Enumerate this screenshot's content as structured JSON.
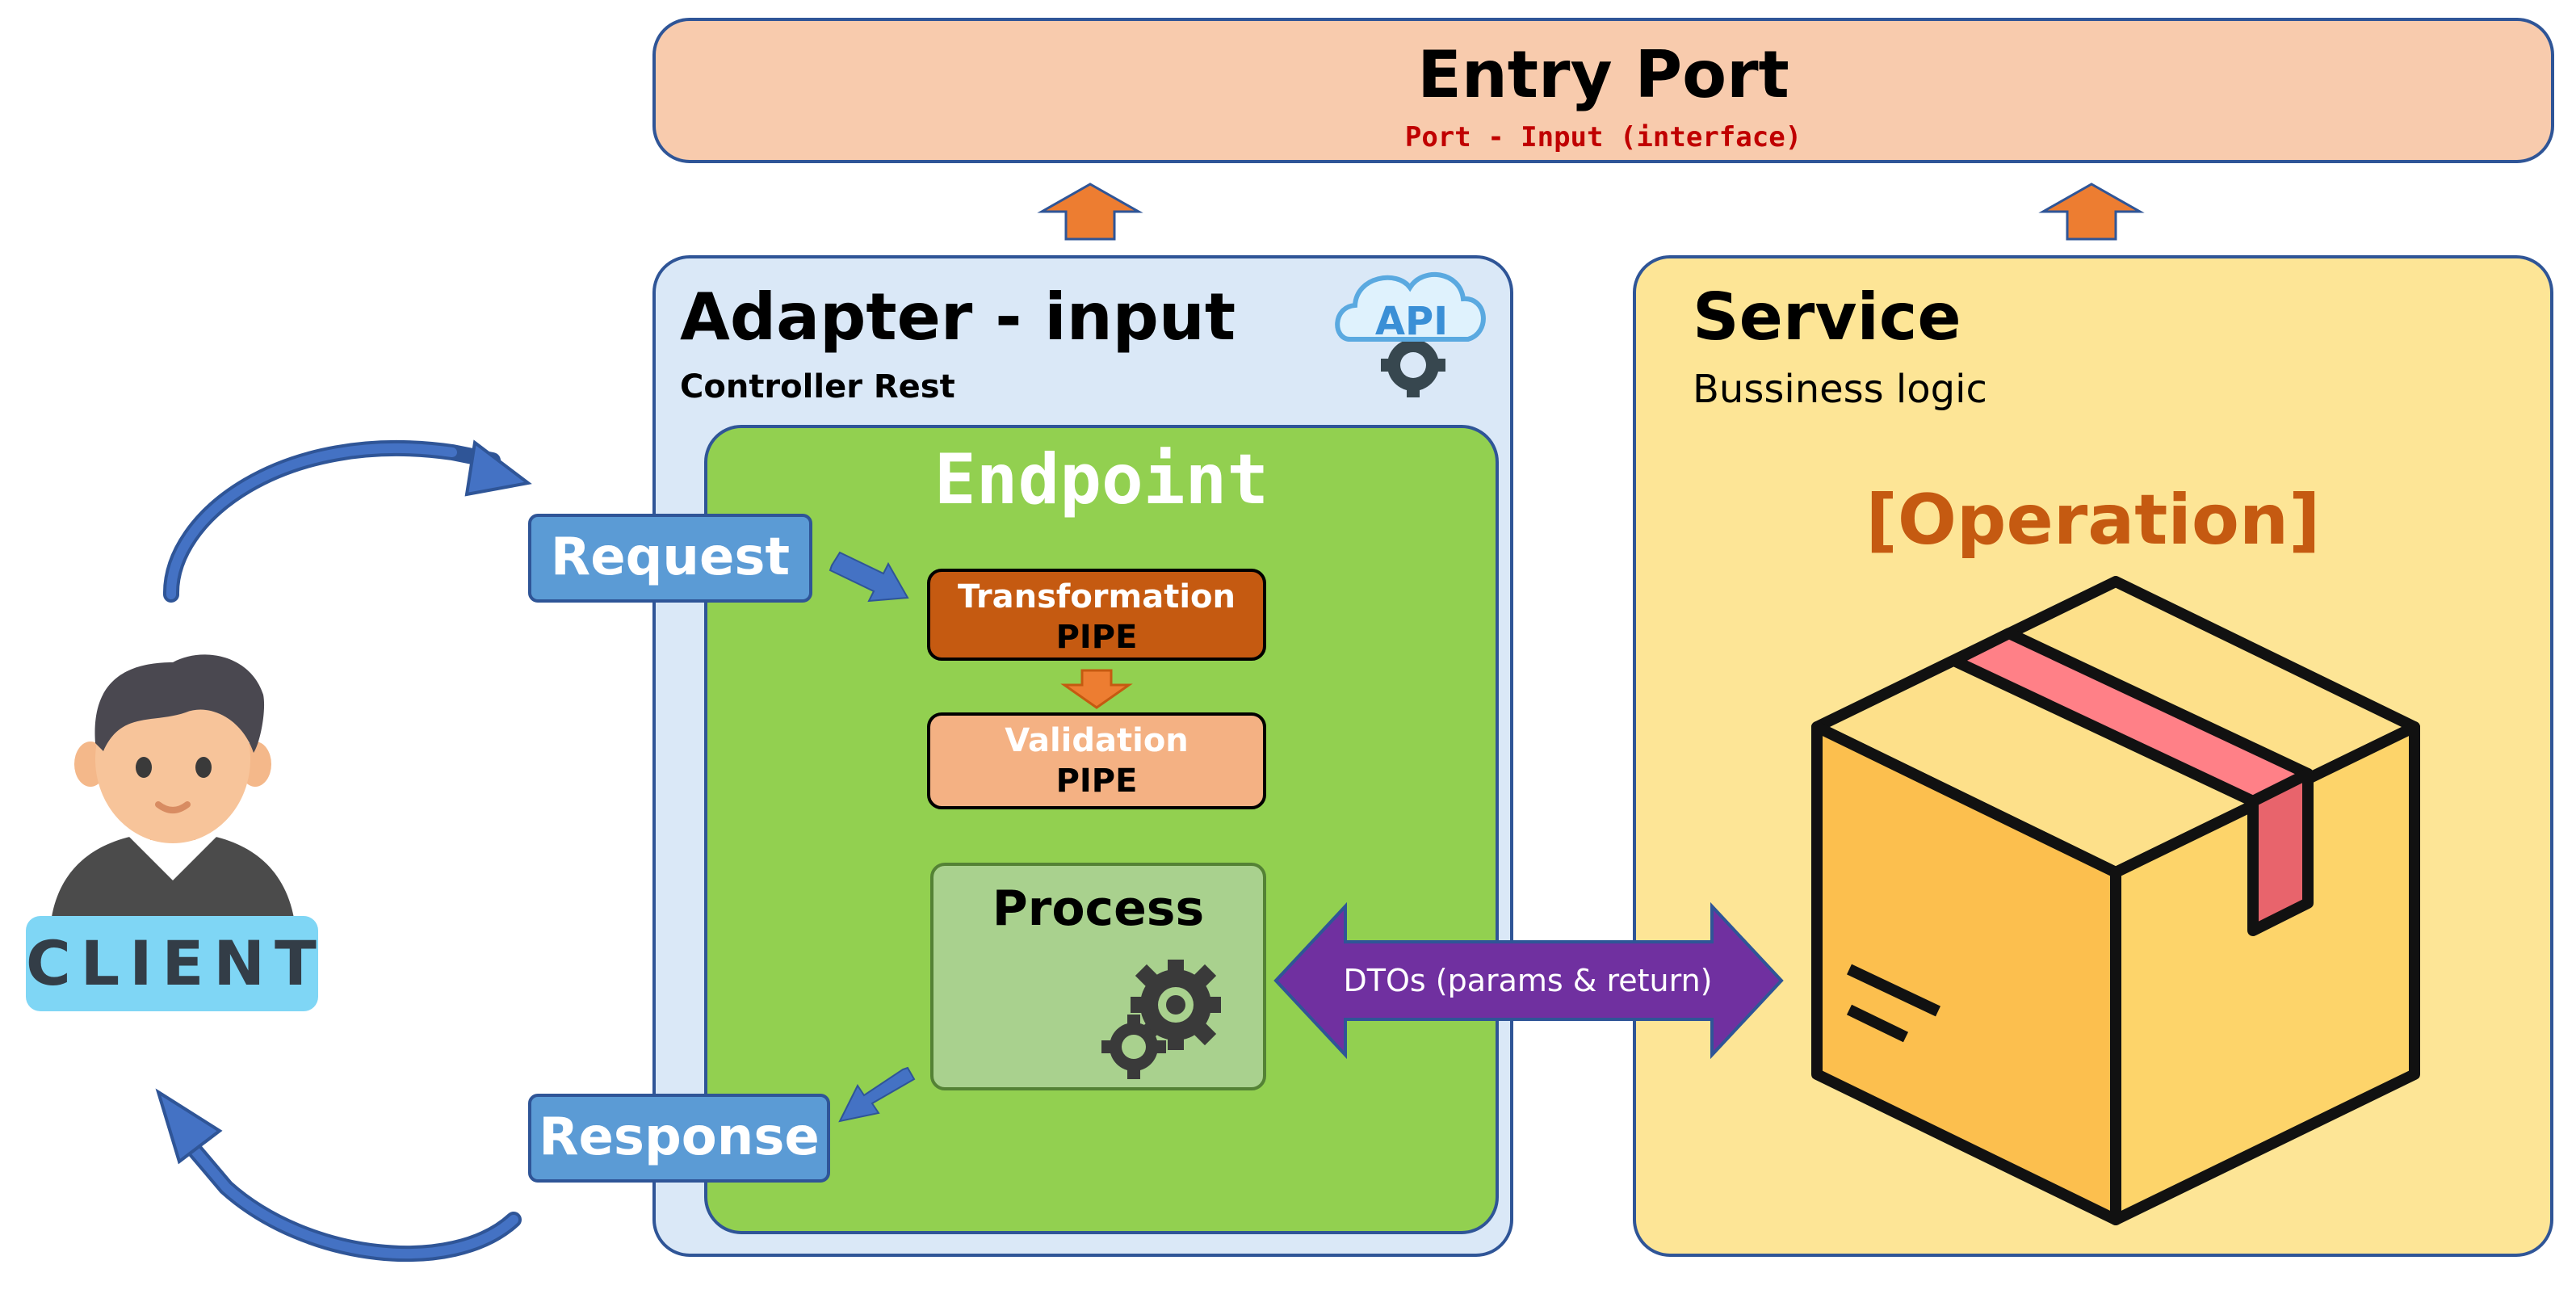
{
  "entry_port": {
    "title": "Entry Port",
    "subtitle": "Port - Input (interface)"
  },
  "adapter": {
    "title": "Adapter - input",
    "subtitle": "Controller Rest",
    "api_icon_text": "API"
  },
  "endpoint": {
    "title": "Endpoint",
    "transformation_pipe": {
      "line1": "Transformation",
      "line2": "PIPE"
    },
    "validation_pipe": {
      "line1": "Validation",
      "line2": "PIPE"
    },
    "process": {
      "title": "Process"
    }
  },
  "request_label": "Request",
  "response_label": "Response",
  "service": {
    "title": "Service",
    "subtitle": "Bussiness logic",
    "operation": "[Operation]"
  },
  "client_label": "CLIENT",
  "dto_label": "DTOs (params & return)",
  "icons": [
    "person-icon",
    "api-cloud-icon",
    "gears-icon",
    "package-box-icon",
    "curved-arrow-icon",
    "up-arrow-icon",
    "double-arrow-icon"
  ],
  "colors": {
    "entry_port_fill": "#f8cbad",
    "adapter_fill": "#dae8f7",
    "endpoint_fill": "#92d050",
    "transformation_fill": "#c55a11",
    "validation_fill": "#f4b183",
    "process_fill": "#a9d18e",
    "io_box_fill": "#5b9bd5",
    "service_fill": "#fde596",
    "operation_text": "#c55a11",
    "dto_arrow_fill": "#7030a0",
    "up_arrow_fill": "#ed7d31",
    "client_badge_fill": "#7fd6f5",
    "border": "#2f5597"
  }
}
